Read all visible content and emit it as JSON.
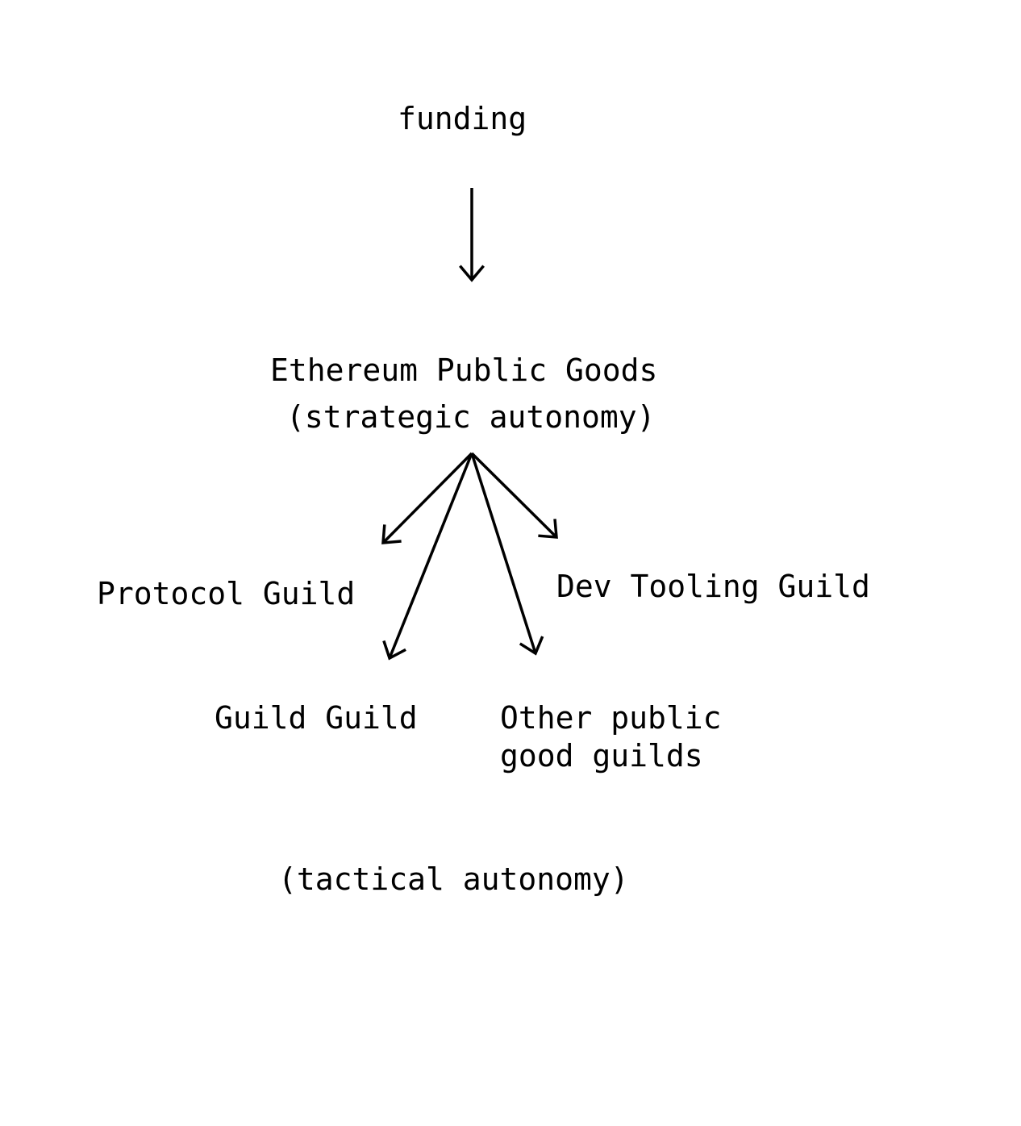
{
  "page": {
    "background_color": "#ffffff",
    "text_color": "#000000",
    "arrow_color": "#000000"
  },
  "diagram": {
    "funding": {
      "label": "funding"
    },
    "root": {
      "title": "Ethereum Public Goods",
      "subtitle": "(strategic autonomy)"
    },
    "nodes": {
      "protocol_guild": {
        "label": "Protocol Guild"
      },
      "dev_tooling_guild": {
        "label": "Dev Tooling Guild"
      },
      "guild_guild": {
        "label": "Guild Guild"
      },
      "other_guilds": {
        "label": "Other public\ngood guilds"
      }
    },
    "footer": {
      "label": "(tactical autonomy)"
    },
    "edges": [
      "funding -> ethereum-public-goods",
      "ethereum-public-goods -> protocol-guild",
      "ethereum-public-goods -> dev-tooling-guild",
      "ethereum-public-goods -> guild-guild",
      "ethereum-public-goods -> other-guilds"
    ]
  }
}
